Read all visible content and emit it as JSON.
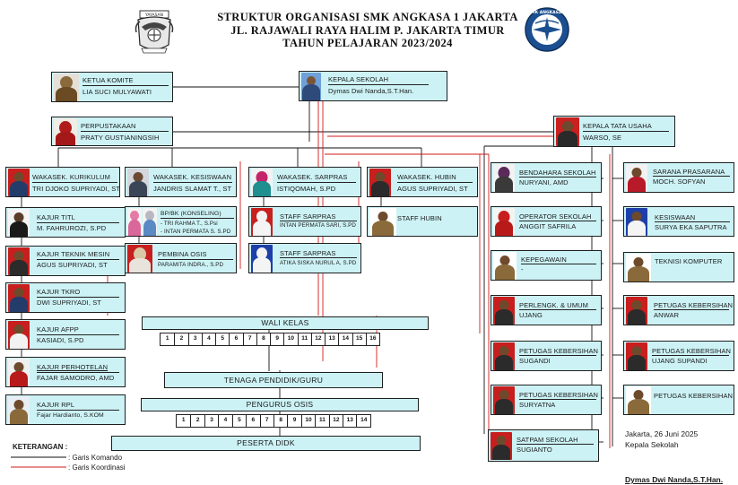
{
  "header": {
    "line1": "STRUKTUR ORGANISASI SMK ANGKASA 1 JAKARTA",
    "line2": "JL. RAJAWALI RAYA HALIM P. JAKARTA TIMUR",
    "line3": "TAHUN PELAJARAN 2023/2024"
  },
  "logos": {
    "left": "YAYASAN ARDHYA GARINI",
    "right": "SMK ANGKASA 1"
  },
  "top": {
    "komite_title": "KETUA KOMITE",
    "komite_name": "LIA SUCI MULYAWATI",
    "kepsek_title": "KEPALA SEKOLAH",
    "kepsek_name": "Dymas Dwi Nanda,S.T.Han.",
    "perpus_title": "PERPUSTAKAAN",
    "perpus_name": "PRATY GUSTIANINGSIH",
    "ktu_title": "KEPALA TATA USAHA",
    "ktu_name": "WARSO, SE"
  },
  "wakasek": [
    {
      "title": "WAKASEK. KURIKULUM",
      "name": "TRI DJOKO SUPRIYADI, ST"
    },
    {
      "title": "WAKASEK. KESISWAAN",
      "name": "JANDRIS SLAMAT T., ST"
    },
    {
      "title": "WAKASEK. SARPRAS",
      "name": "ISTIQOMAH, S.PD"
    },
    {
      "title": "WAKASEK. HUBIN",
      "name": "AGUS SUPRIYADI, ST"
    }
  ],
  "kurikulum": [
    {
      "title": "KAJUR TITL",
      "name": "M. FAHRUROZI, S.PD"
    },
    {
      "title": "KAJUR TEKNIK MESIN",
      "name": "AGUS SUPRIYADI, ST"
    },
    {
      "title": "KAJUR TKRO",
      "name": "DWI SUPRIYADI, ST"
    },
    {
      "title": "KAJUR AFPP",
      "name": "KASIADI, S.PD"
    },
    {
      "title": "KAJUR PERHOTELAN",
      "name": "FAJAR SAMODRO, AMD"
    },
    {
      "title": "KAJUR RPL",
      "name": "Fajar Hardianto, S.KOM"
    }
  ],
  "kesiswaan": {
    "bk_title": "BP/BK (KONSELING)",
    "bk_name1": "- TRI RAHMA T., S.Psi",
    "bk_name2": "- INTAN PERMATA S. S.PD",
    "osis_title": "PEMBINA OSIS",
    "osis_name": "PARAMITA INDRA., S.PD"
  },
  "sarpras": {
    "staff1_title": "STAFF SARPRAS",
    "staff1_name": "INTAN PERMATA SARI, S.PD",
    "staff2_title": "STAFF SARPRAS",
    "staff2_name": "ATIKA SISKA NURUL A, S.PD"
  },
  "hubin": {
    "staff_title": "STAFF HUBIN"
  },
  "tu_left": [
    {
      "title": "BENDAHARA SEKOLAH",
      "name": "NURYANI, AMD"
    },
    {
      "title": "OPERATOR SEKOLAH",
      "name": "ANGGIT SAFRILA"
    },
    {
      "title": "KEPEGAWAIN",
      "name": "-"
    },
    {
      "title": "PERLENGK. & UMUM",
      "name": "UJANG"
    },
    {
      "title": "PETUGAS KEBERSIHAN",
      "name": "SUGANDI"
    },
    {
      "title": "PETUGAS KEBERSIHAN",
      "name": "SURYATNA"
    },
    {
      "title": "SATPAM SEKOLAH",
      "name": "SUGIANTO"
    }
  ],
  "tu_right": [
    {
      "title": "SARANA PRASARANA",
      "name": "MOCH. SOFYAN"
    },
    {
      "title": "KESISWAAN",
      "name": "SURYA EKA SAPUTRA"
    },
    {
      "title": "TEKNISI KOMPUTER",
      "name": ""
    },
    {
      "title": "PETUGAS KEBERSIHAN",
      "name": "ANWAR"
    },
    {
      "title": "PETUGAS KEBERSIHAN",
      "name": "UJANG SUPANDI"
    },
    {
      "title": "PETUGAS KEBERSIHAN",
      "name": ""
    }
  ],
  "bars": {
    "wali": "WALI KELAS",
    "guru": "TENAGA PENDIDIK/GURU",
    "osis": "PENGURUS OSIS",
    "peserta": "PESERTA DIDK"
  },
  "wali_nums": [
    "1",
    "2",
    "3",
    "4",
    "5",
    "6",
    "7",
    "8",
    "9",
    "10",
    "11",
    "12",
    "13",
    "14",
    "15",
    "16"
  ],
  "osis_nums": [
    "1",
    "2",
    "3",
    "4",
    "5",
    "6",
    "7",
    "8",
    "9",
    "10",
    "11",
    "12",
    "13",
    "14"
  ],
  "legend": {
    "title": "KETERANGAN :",
    "komando": ": Garis Komando",
    "koordinasi": ": Garis Koordinasi"
  },
  "signature": {
    "place_date": "Jakarta,  26 Juni 2025",
    "role": "Kepala Sekolah",
    "name": "Dymas Dwi Nanda,S.T.Han."
  },
  "colors": {
    "box_fill": "#ccf2f5",
    "komando": "#111111",
    "koordinasi": "#d11a1a"
  }
}
